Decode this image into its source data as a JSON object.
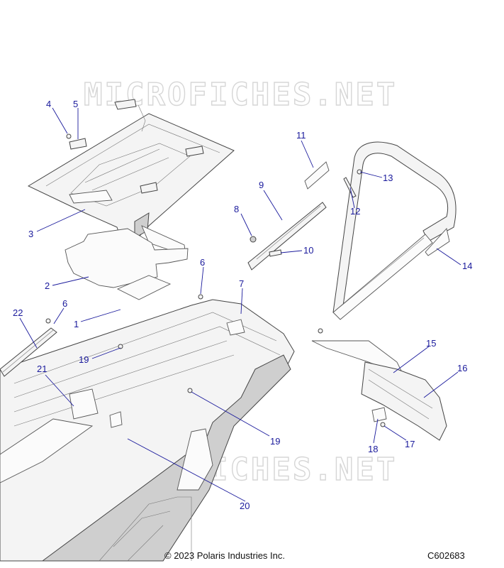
{
  "watermark": "MICROFICHES.NET",
  "callouts": [
    {
      "id": "1",
      "label": "1"
    },
    {
      "id": "2",
      "label": "2"
    },
    {
      "id": "3",
      "label": "3"
    },
    {
      "id": "4",
      "label": "4"
    },
    {
      "id": "5",
      "label": "5"
    },
    {
      "id": "6a",
      "label": "6"
    },
    {
      "id": "6b",
      "label": "6"
    },
    {
      "id": "7",
      "label": "7"
    },
    {
      "id": "8",
      "label": "8"
    },
    {
      "id": "9",
      "label": "9"
    },
    {
      "id": "10",
      "label": "10"
    },
    {
      "id": "11",
      "label": "11"
    },
    {
      "id": "12",
      "label": "12"
    },
    {
      "id": "13",
      "label": "13"
    },
    {
      "id": "14",
      "label": "14"
    },
    {
      "id": "15",
      "label": "15"
    },
    {
      "id": "16",
      "label": "16"
    },
    {
      "id": "17",
      "label": "17"
    },
    {
      "id": "18",
      "label": "18"
    },
    {
      "id": "19a",
      "label": "19"
    },
    {
      "id": "19b",
      "label": "19"
    },
    {
      "id": "20",
      "label": "20"
    },
    {
      "id": "21",
      "label": "21"
    },
    {
      "id": "22",
      "label": "22"
    }
  ],
  "footer": {
    "copyright": "© 2023 Polaris Industries Inc.",
    "drawing_code": "C602683"
  },
  "colors": {
    "callout": "#1a1a9c",
    "watermark": "#d6d6d6",
    "line": "#444444"
  }
}
